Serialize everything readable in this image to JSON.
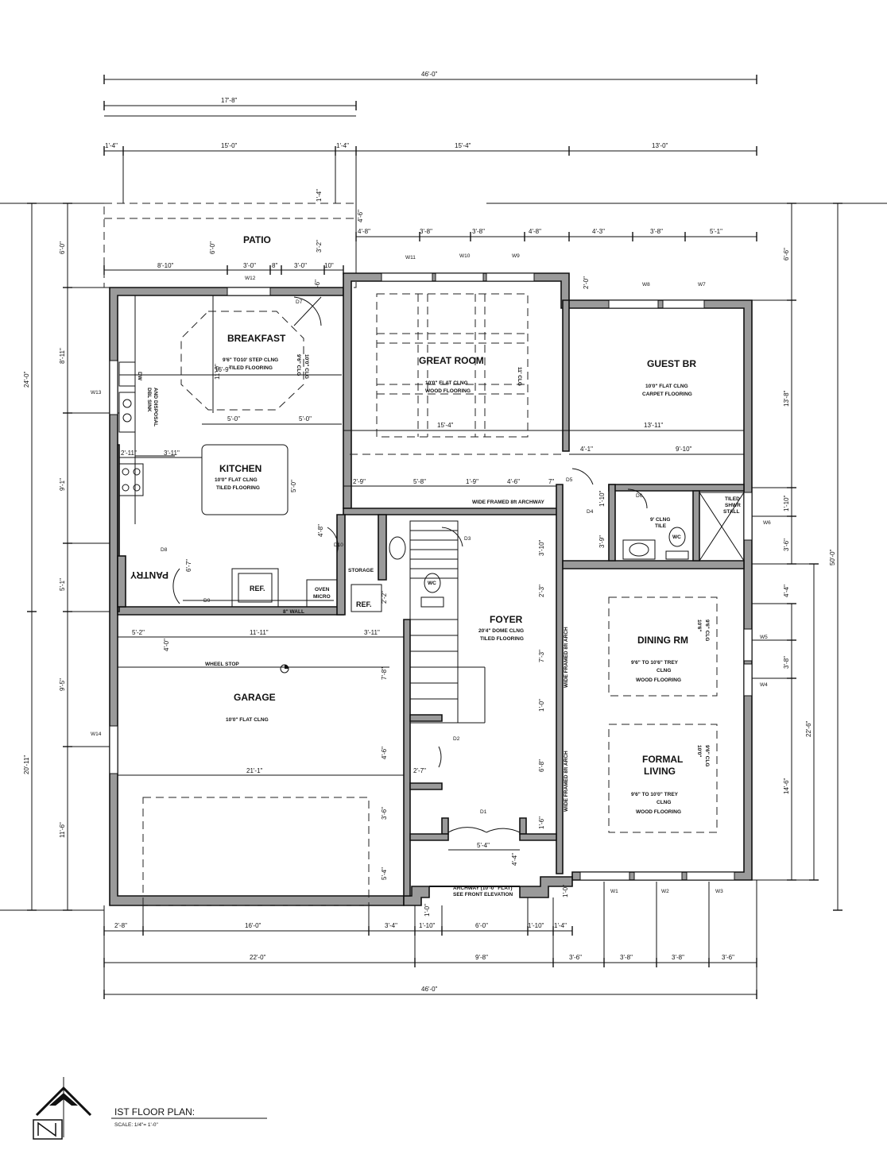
{
  "title": "IST FLOOR PLAN:",
  "scale": "SCALE: 1/4\"= 1'-0\"",
  "rooms": {
    "patio": {
      "name": "PATIO"
    },
    "breakfast": {
      "name": "BREAKFAST",
      "notes": [
        "9'6\" TO10' STEP CLNG",
        "TILED FLOORING"
      ]
    },
    "great_room": {
      "name": "GREAT ROOM",
      "notes": [
        "10'0\" FLAT CLNG",
        "WOOD FLOORING"
      ]
    },
    "guest_br": {
      "name": "GUEST BR",
      "notes": [
        "10'0\" FLAT CLNG",
        "CARPET FLOORING"
      ]
    },
    "kitchen": {
      "name": "KITCHEN",
      "notes": [
        "10'0\" FLAT CLNG",
        "TILED FLOORING"
      ]
    },
    "pantry": {
      "name": "PANTRY"
    },
    "storage": {
      "name": "STORAGE"
    },
    "foyer": {
      "name": "FOYER",
      "notes": [
        "20'4\" DOME CLNG",
        "TILED FLOORING"
      ]
    },
    "dining": {
      "name": "DINING RM",
      "notes": [
        "9'6\" TO 10'6\" TREY",
        "CLNG",
        "WOOD FLOORING"
      ]
    },
    "formal": {
      "name": "FORMAL",
      "name2": "LIVING",
      "notes": [
        "9'6\" TO 10'0\" TREY",
        "CLNG",
        "WOOD FLOORING"
      ]
    },
    "garage": {
      "name": "GARAGE",
      "notes": [
        "10'0\" FLAT CLNG"
      ]
    }
  },
  "labels": {
    "ref1": "REF.",
    "ref2": "REF.",
    "oven1": "OVEN",
    "oven2": "MICRO",
    "dw": "DW",
    "sink": "DBL SINK",
    "sink2": "AND DISPOSAL",
    "wall_note": "8\" WALL",
    "wheel_stop": "WHEEL STOP",
    "wc1": "WC",
    "wc2": "WC",
    "shower": "TILED",
    "shower2": "SHWR",
    "shower3": "STALL",
    "bath_note": "9' CLNG",
    "bath_note2": "TILE",
    "archway_top": "WIDE FRAMED 8ft ARCHWAY",
    "arch_left": "WIDE FRAMED 8ft ARCH",
    "arch_left2": "WIDE FRAMED 8ft ARCH",
    "front_arch": "ARCHWAY (10'-0\" FLAT)",
    "front_arch2": "SEE FRONT ELEVATION",
    "great_clg": "11' CLG",
    "bk_clg1": "9'6\" CLG",
    "bk_clg2": "10'0\" CLG",
    "din_clg1": "10'6\"",
    "din_clg2": "9'6\" CLG",
    "liv_clg1": "10'0\"",
    "liv_clg2": "9'6\" CLG"
  },
  "tags": {
    "w1": "W1",
    "w2": "W2",
    "w3": "W3",
    "w4": "W4",
    "w5": "W5",
    "w6": "W6",
    "w7": "W7",
    "w8": "W8",
    "w9": "W9",
    "w10": "W10",
    "w11": "W11",
    "w12": "W12",
    "w13": "W13",
    "w14": "W14",
    "d1": "D1",
    "d2": "D2",
    "d3": "D3",
    "d4": "D4",
    "d5": "D5",
    "d6": "D6",
    "d7": "D7",
    "d8": "D8",
    "d9": "D9",
    "d10": "D10"
  },
  "dims": {
    "top_overall": "46'-0\"",
    "patio_w": "17'-8\"",
    "t1": "1'-4\"",
    "t2": "15'-0\"",
    "t3": "1'-4\"",
    "t4": "15'-4\"",
    "t5": "13'-0\"",
    "t6": "4'-8\"",
    "t7": "3'-8\"",
    "t8": "3'-8\"",
    "t9": "4'-8\"",
    "t10": "4'-3\"",
    "t11": "3'-8\"",
    "t12": "5'-1\"",
    "t13": "8'-10\"",
    "t14": "3'-0\"",
    "t15": "8\"",
    "t16": "3'-0\"",
    "t17": "10\"",
    "i_bk_w": "16'-9\"",
    "i_bk_h": "11'-0\"",
    "i_k1": "5'-0\"",
    "i_k2": "5'-0\"",
    "i_k3": "2'-11\"",
    "i_k4": "3'-11\"",
    "i_k5": "5'-0\"",
    "i_gr_w": "15'-4\"",
    "i_gbr_w": "13'-11\"",
    "i_41": "4'-1\"",
    "i_910": "9'-10\"",
    "i_29": "2'-9\"",
    "i_58": "5'-8\"",
    "i_19": "1'-9\"",
    "i_46": "4'-6\"",
    "i_7": "7\"",
    "i_48": "4'-8\"",
    "i_67": "6'-7\"",
    "i_310": "3'-10\"",
    "i_23": "2'-3\"",
    "i_22": "2'-2\"",
    "i_52": "5'-2\"",
    "i_1111": "11'-11\"",
    "i_311": "3'-11\"",
    "i_40": "4'-0\"",
    "i_78": "7'-8\"",
    "i_211": "21'-1\"",
    "i_27": "2'-7\"",
    "i_463": "4'-6\"",
    "i_36": "3'-6\"",
    "i_54": "5'-4\"",
    "i_73": "7'-3\"",
    "i_10": "1'-0\"",
    "i_68": "6'-8\"",
    "i_16": "1'-6\"",
    "i_544": "5'-4\"",
    "i_44": "4'-4\"",
    "i_20": "2'-0\"",
    "i_14v": "1'-4\"",
    "i_46v": "4'-6\"",
    "i_32v": "3'-2\"",
    "i_16v": "1'-6\"",
    "i_60v": "6'-0\"",
    "i_39": "3'-9\"",
    "i_38": "3'-8\"",
    "i_110": "1'-10\"",
    "i_36r": "3'-6\"",
    "i_44r": "4'-4\"",
    "i_10b": "1'-0\"",
    "i_10c": "1'-0\"",
    "l_60": "6'-0\"",
    "l_811": "8'-11\"",
    "l_240": "24'-0\"",
    "l_91": "9'-1\"",
    "l_51": "5'-1\"",
    "l_95": "9'-5\"",
    "l_2011": "20'-11\"",
    "l_116": "11'-6\"",
    "r_66": "6'-6\"",
    "r_138": "13'-8\"",
    "r_110": "1'-10\"",
    "r_36": "3'-6\"",
    "r_500": "50'-0\"",
    "r_44": "4'-4\"",
    "r_38": "3'-8\"",
    "r_226": "22'-6\"",
    "r_146": "14'-6\"",
    "b1": "2'-8\"",
    "b2": "16'-0\"",
    "b3": "3'-4\"",
    "b4": "1'-10\"",
    "b5": "6'-0\"",
    "b6": "1'-10\"",
    "b7": "1'-4\"",
    "b8": "22'-0\"",
    "b9": "9'-8\"",
    "b10": "3'-6\"",
    "b11": "3'-8\"",
    "b12": "3'-8\"",
    "b13": "3'-6\"",
    "bottom_overall": "46'-0\""
  }
}
